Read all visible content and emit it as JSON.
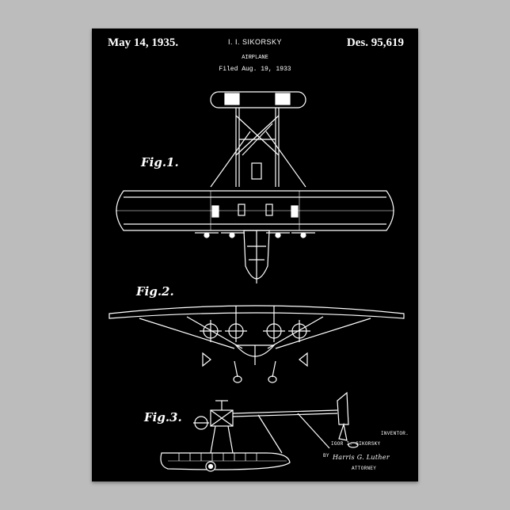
{
  "header": {
    "date": "May 14, 1935.",
    "inventor_name": "I. I. SIKORSKY",
    "subtitle": "AIRPLANE",
    "filed": "Filed Aug. 19, 1933",
    "design_number": "Des. 95,619"
  },
  "figures": {
    "fig1": "Fig.1.",
    "fig2": "Fig.2.",
    "fig3": "Fig.3."
  },
  "signature": {
    "inventor_label": "INVENTOR.",
    "inventor_name": "IGOR I. SIKORSKY",
    "by": "BY",
    "attorney_name": "Harris G. Luther",
    "attorney_label": "ATTORNEY"
  },
  "colors": {
    "poster_background": "#000000",
    "line_art": "#ffffff",
    "wall": "#bcbcbc"
  }
}
